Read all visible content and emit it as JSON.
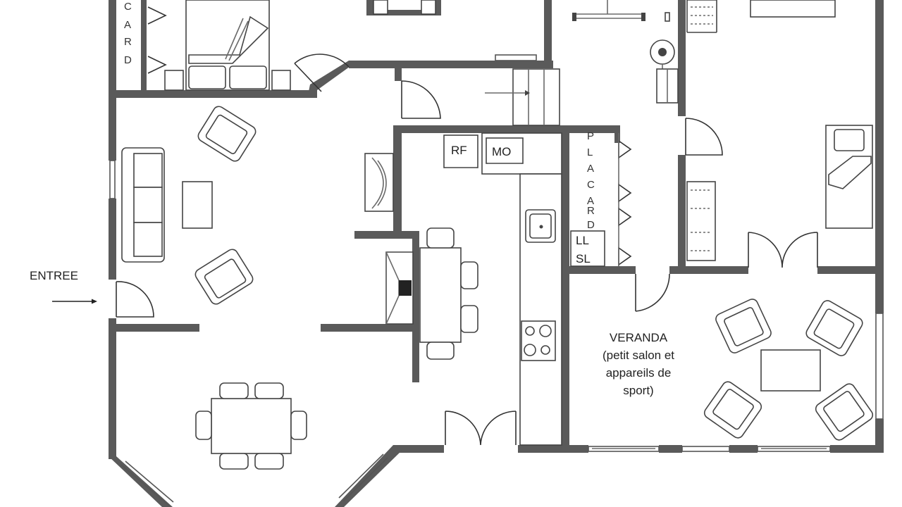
{
  "labels": {
    "entree": "ENTREE",
    "veranda_lines": [
      "VERANDA",
      "(petit salon et",
      "appareils de",
      "sport)"
    ],
    "placard_left_letters": [
      "C",
      "A",
      "R",
      "D"
    ],
    "placard_right_letters": [
      "P",
      "L",
      "A",
      "C",
      "A",
      "R",
      "D"
    ],
    "fridge": "RF",
    "microwave": "MO",
    "laundry_lines": [
      "LL",
      "SL"
    ]
  },
  "colors": {
    "wall": "#5a5a5a",
    "line": "#444444",
    "background": "#ffffff"
  },
  "icons": {
    "entrance_arrow": "arrow-right-icon",
    "stairs_arrow": "arrow-right-icon"
  }
}
